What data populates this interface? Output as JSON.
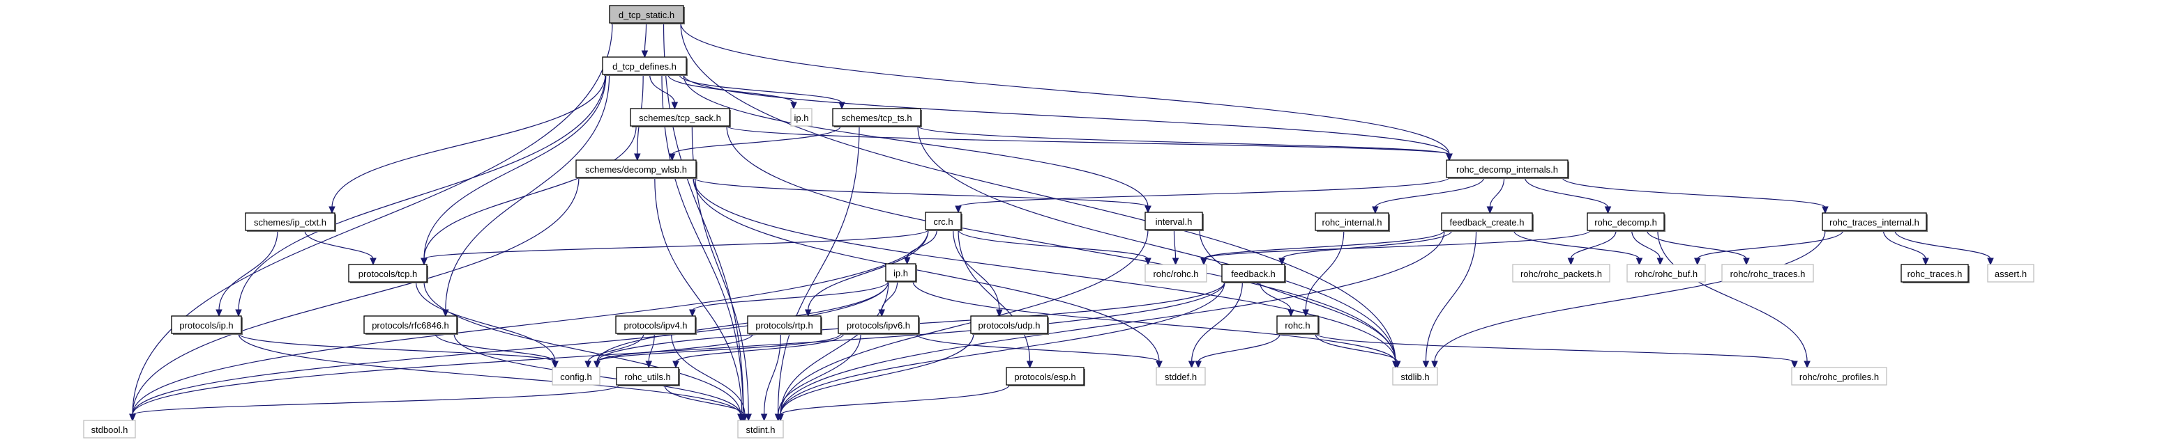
{
  "title": "d_tcp_static.h include dependency graph",
  "colors": {
    "edge": "#191970",
    "main_fill": "#bfbfbf",
    "doc_border": "#000000",
    "ext_border": "#bfbfbf"
  },
  "nodes": [
    {
      "id": "d_tcp_static",
      "label": "d_tcp_static.h",
      "kind": "main"
    },
    {
      "id": "d_tcp_defines",
      "label": "d_tcp_defines.h",
      "kind": "doc"
    },
    {
      "id": "tcp_sack",
      "label": "schemes/tcp_sack.h",
      "kind": "doc"
    },
    {
      "id": "ip_h_ext",
      "label": "ip.h",
      "kind": "ext"
    },
    {
      "id": "tcp_ts",
      "label": "schemes/tcp_ts.h",
      "kind": "doc"
    },
    {
      "id": "decomp_wlsb",
      "label": "schemes/decomp_wlsb.h",
      "kind": "doc"
    },
    {
      "id": "rohc_decomp_internals",
      "label": "rohc_decomp_internals.h",
      "kind": "doc"
    },
    {
      "id": "ip_ctxt",
      "label": "schemes/ip_ctxt.h",
      "kind": "doc"
    },
    {
      "id": "crc",
      "label": "crc.h",
      "kind": "doc"
    },
    {
      "id": "interval",
      "label": "interval.h",
      "kind": "doc"
    },
    {
      "id": "rohc_internal",
      "label": "rohc_internal.h",
      "kind": "doc"
    },
    {
      "id": "feedback_create",
      "label": "feedback_create.h",
      "kind": "doc"
    },
    {
      "id": "rohc_decomp",
      "label": "rohc_decomp.h",
      "kind": "doc"
    },
    {
      "id": "rohc_traces_internal",
      "label": "rohc_traces_internal.h",
      "kind": "doc"
    },
    {
      "id": "protocols_tcp",
      "label": "protocols/tcp.h",
      "kind": "doc"
    },
    {
      "id": "ip_h",
      "label": "ip.h",
      "kind": "doc"
    },
    {
      "id": "rohc_rohc",
      "label": "rohc/rohc.h",
      "kind": "ext"
    },
    {
      "id": "feedback",
      "label": "feedback.h",
      "kind": "doc"
    },
    {
      "id": "rohc_packets",
      "label": "rohc/rohc_packets.h",
      "kind": "ext"
    },
    {
      "id": "rohc_buf",
      "label": "rohc/rohc_buf.h",
      "kind": "ext"
    },
    {
      "id": "rohc_rohc_traces",
      "label": "rohc/rohc_traces.h",
      "kind": "ext"
    },
    {
      "id": "rohc_traces",
      "label": "rohc_traces.h",
      "kind": "doc"
    },
    {
      "id": "assert",
      "label": "assert.h",
      "kind": "ext"
    },
    {
      "id": "protocols_ip",
      "label": "protocols/ip.h",
      "kind": "doc"
    },
    {
      "id": "rfc6846",
      "label": "protocols/rfc6846.h",
      "kind": "doc"
    },
    {
      "id": "ipv4",
      "label": "protocols/ipv4.h",
      "kind": "doc"
    },
    {
      "id": "rtp",
      "label": "protocols/rtp.h",
      "kind": "doc"
    },
    {
      "id": "ipv6",
      "label": "protocols/ipv6.h",
      "kind": "doc"
    },
    {
      "id": "udp",
      "label": "protocols/udp.h",
      "kind": "doc"
    },
    {
      "id": "rohc_h",
      "label": "rohc.h",
      "kind": "doc"
    },
    {
      "id": "config",
      "label": "config.h",
      "kind": "ext"
    },
    {
      "id": "rohc_utils",
      "label": "rohc_utils.h",
      "kind": "doc"
    },
    {
      "id": "esp",
      "label": "protocols/esp.h",
      "kind": "doc"
    },
    {
      "id": "stddef",
      "label": "stddef.h",
      "kind": "ext"
    },
    {
      "id": "stdlib",
      "label": "stdlib.h",
      "kind": "ext"
    },
    {
      "id": "rohc_profiles",
      "label": "rohc/rohc_profiles.h",
      "kind": "ext"
    },
    {
      "id": "stdbool",
      "label": "stdbool.h",
      "kind": "ext"
    },
    {
      "id": "stdint",
      "label": "stdint.h",
      "kind": "ext"
    }
  ],
  "edges": [
    [
      "d_tcp_static",
      "d_tcp_defines"
    ],
    [
      "d_tcp_static",
      "rohc_decomp_internals"
    ],
    [
      "d_tcp_static",
      "stdbool"
    ],
    [
      "d_tcp_static",
      "stdint"
    ],
    [
      "d_tcp_static",
      "stdlib"
    ],
    [
      "d_tcp_defines",
      "tcp_sack"
    ],
    [
      "d_tcp_defines",
      "ip_h_ext"
    ],
    [
      "d_tcp_defines",
      "tcp_ts"
    ],
    [
      "d_tcp_defines",
      "decomp_wlsb"
    ],
    [
      "d_tcp_defines",
      "ip_ctxt"
    ],
    [
      "d_tcp_defines",
      "protocols_tcp"
    ],
    [
      "d_tcp_defines",
      "protocols_ip"
    ],
    [
      "d_tcp_defines",
      "rfc6846"
    ],
    [
      "d_tcp_defines",
      "interval"
    ],
    [
      "d_tcp_defines",
      "rohc_decomp_internals"
    ],
    [
      "d_tcp_defines",
      "stdint"
    ],
    [
      "tcp_sack",
      "rohc_decomp_internals"
    ],
    [
      "tcp_sack",
      "protocols_tcp"
    ],
    [
      "tcp_sack",
      "stdint"
    ],
    [
      "tcp_sack",
      "stdlib"
    ],
    [
      "tcp_ts",
      "decomp_wlsb"
    ],
    [
      "tcp_ts",
      "rohc_decomp_internals"
    ],
    [
      "tcp_ts",
      "stdint"
    ],
    [
      "tcp_ts",
      "stdlib"
    ],
    [
      "decomp_wlsb",
      "interval"
    ],
    [
      "decomp_wlsb",
      "stdbool"
    ],
    [
      "decomp_wlsb",
      "stdint"
    ],
    [
      "decomp_wlsb",
      "stddef"
    ],
    [
      "decomp_wlsb",
      "stdlib"
    ],
    [
      "rohc_decomp_internals",
      "crc"
    ],
    [
      "rohc_decomp_internals",
      "rohc_internal"
    ],
    [
      "rohc_decomp_internals",
      "feedback_create"
    ],
    [
      "rohc_decomp_internals",
      "rohc_decomp"
    ],
    [
      "rohc_decomp_internals",
      "rohc_traces_internal"
    ],
    [
      "ip_ctxt",
      "protocols_tcp"
    ],
    [
      "ip_ctxt",
      "protocols_ip"
    ],
    [
      "crc",
      "protocols_tcp"
    ],
    [
      "crc",
      "ip_h"
    ],
    [
      "crc",
      "rohc_rohc"
    ],
    [
      "crc",
      "rtp"
    ],
    [
      "crc",
      "udp"
    ],
    [
      "crc",
      "esp"
    ],
    [
      "crc",
      "stdbool"
    ],
    [
      "interval",
      "rohc_rohc"
    ],
    [
      "interval",
      "stdint"
    ],
    [
      "interval",
      "stdlib"
    ],
    [
      "rohc_internal",
      "rohc_h"
    ],
    [
      "feedback_create",
      "rohc_rohc"
    ],
    [
      "feedback_create",
      "feedback"
    ],
    [
      "feedback_create",
      "rohc_buf"
    ],
    [
      "feedback_create",
      "stdint"
    ],
    [
      "feedback_create",
      "stdlib"
    ],
    [
      "rohc_decomp",
      "rohc_rohc"
    ],
    [
      "rohc_decomp",
      "rohc_packets"
    ],
    [
      "rohc_decomp",
      "rohc_buf"
    ],
    [
      "rohc_decomp",
      "rohc_rohc_traces"
    ],
    [
      "rohc_decomp",
      "rohc_profiles"
    ],
    [
      "rohc_traces_internal",
      "rohc_buf"
    ],
    [
      "rohc_traces_internal",
      "rohc_traces"
    ],
    [
      "rohc_traces_internal",
      "assert"
    ],
    [
      "rohc_traces_internal",
      "stdlib"
    ],
    [
      "protocols_tcp",
      "config"
    ],
    [
      "protocols_tcp",
      "stdint"
    ],
    [
      "ip_h",
      "ipv4"
    ],
    [
      "ip_h",
      "ipv6"
    ],
    [
      "ip_h",
      "config"
    ],
    [
      "ip_h",
      "stdbool"
    ],
    [
      "ip_h",
      "stdint"
    ],
    [
      "ip_h",
      "stdlib"
    ],
    [
      "feedback",
      "rohc_h"
    ],
    [
      "feedback",
      "config"
    ],
    [
      "feedback",
      "stddef"
    ],
    [
      "feedback",
      "stdbool"
    ],
    [
      "feedback",
      "stdint"
    ],
    [
      "protocols_ip",
      "config"
    ],
    [
      "protocols_ip",
      "stdint"
    ],
    [
      "rfc6846",
      "config"
    ],
    [
      "rfc6846",
      "stdint"
    ],
    [
      "ipv4",
      "config"
    ],
    [
      "ipv4",
      "rohc_utils"
    ],
    [
      "ipv4",
      "stdint"
    ],
    [
      "rtp",
      "config"
    ],
    [
      "rtp",
      "stdint"
    ],
    [
      "ipv6",
      "config"
    ],
    [
      "ipv6",
      "rohc_utils"
    ],
    [
      "ipv6",
      "stddef"
    ],
    [
      "ipv6",
      "stdint"
    ],
    [
      "udp",
      "stdint"
    ],
    [
      "rohc_h",
      "stddef"
    ],
    [
      "rohc_h",
      "stdlib"
    ],
    [
      "rohc_h",
      "rohc_profiles"
    ],
    [
      "rohc_utils",
      "stdbool"
    ],
    [
      "rohc_utils",
      "stdint"
    ],
    [
      "esp",
      "stdint"
    ]
  ]
}
